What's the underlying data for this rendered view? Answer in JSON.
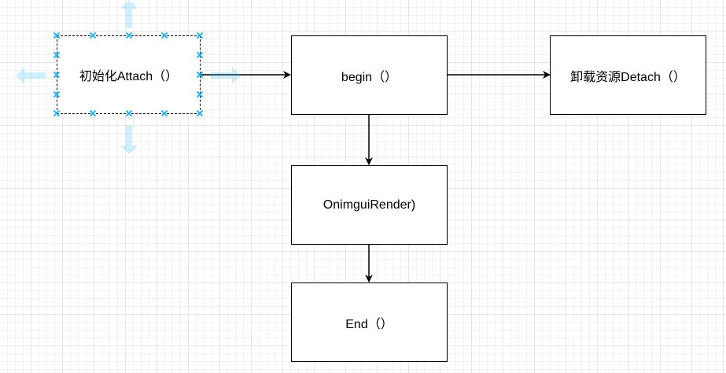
{
  "diagram": {
    "nodes": {
      "init": "初始化Attach（）",
      "begin": "begin（）",
      "detach": "卸载资源Detach（）",
      "render": "OnimguiRender)",
      "end": "End（）"
    },
    "selected_node": "init",
    "colors": {
      "stroke": "#000000",
      "selection": "#29b6f2",
      "hover_arrow": "#29b6f2",
      "grid": "#e6e6e6",
      "background": "#ffffff"
    },
    "edges": [
      {
        "from": "init",
        "to": "begin"
      },
      {
        "from": "begin",
        "to": "detach"
      },
      {
        "from": "begin",
        "to": "render"
      },
      {
        "from": "render",
        "to": "end"
      }
    ]
  }
}
